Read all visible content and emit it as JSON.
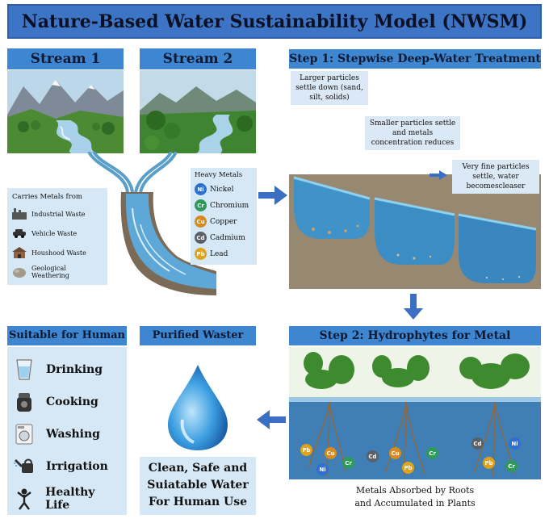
{
  "title": "Nature-Based Water Sustainability Model (NWSM)",
  "streams": {
    "stream1": "Stream 1",
    "stream2": "Stream 2"
  },
  "sources": {
    "heading": "Carries Metals from",
    "items": [
      {
        "label": "Industrial Waste",
        "icon": "factory-icon"
      },
      {
        "label": "Vehicle Waste",
        "icon": "car-icon"
      },
      {
        "label": "Houshood Waste",
        "icon": "house-icon"
      },
      {
        "label": "Geological Weathering",
        "icon": "rock-icon"
      }
    ]
  },
  "metals": {
    "heading": "Heavy Metals",
    "items": [
      {
        "symbol": "Ni",
        "name": "Nickel"
      },
      {
        "symbol": "Cr",
        "name": "Chromium"
      },
      {
        "symbol": "Cu",
        "name": "Copper"
      },
      {
        "symbol": "Cd",
        "name": "Cadmium"
      },
      {
        "symbol": "Pb",
        "name": "Lead"
      }
    ]
  },
  "step1": {
    "title": "Step 1: Stepwise Deep-Water Treatment",
    "note1": "Larger particles settle down (sand, silt, solids)",
    "note2": "Smaller particles settle and metals concentration reduces",
    "note3": "Very fine particles settle, water becomescleaser"
  },
  "step2": {
    "title": "Step 2: Hydrophytes for Metal Extraction",
    "caption_line1": "Metals Absorbed by Roots",
    "caption_line2": "and Accumulated in Plants",
    "root_metals": [
      "Pb",
      "Cu",
      "Ni",
      "Cr",
      "Cd",
      "Cu",
      "Pb",
      "Cr",
      "Cd",
      "Pb",
      "Ni",
      "Cr"
    ]
  },
  "purified": {
    "heading": "Purified Waster",
    "line1": "Clean, Safe and",
    "line2": "Suiatable Water",
    "line3": "For Human Use"
  },
  "uses": {
    "heading": "Suitable for Human",
    "items": [
      {
        "label": "Drinking",
        "icon": "glass-icon"
      },
      {
        "label": "Cooking",
        "icon": "cooker-icon"
      },
      {
        "label": "Washing",
        "icon": "washing-machine-icon"
      },
      {
        "label": "Irrigation",
        "icon": "watering-can-icon"
      },
      {
        "label": "Healthy Life",
        "icon": "person-icon"
      }
    ]
  },
  "colors": {
    "header_blue": "#3e78c8",
    "panel_blue": "#d6e8f6",
    "arrow_blue": "#3b6fc4",
    "water": "#2f8fd0"
  }
}
